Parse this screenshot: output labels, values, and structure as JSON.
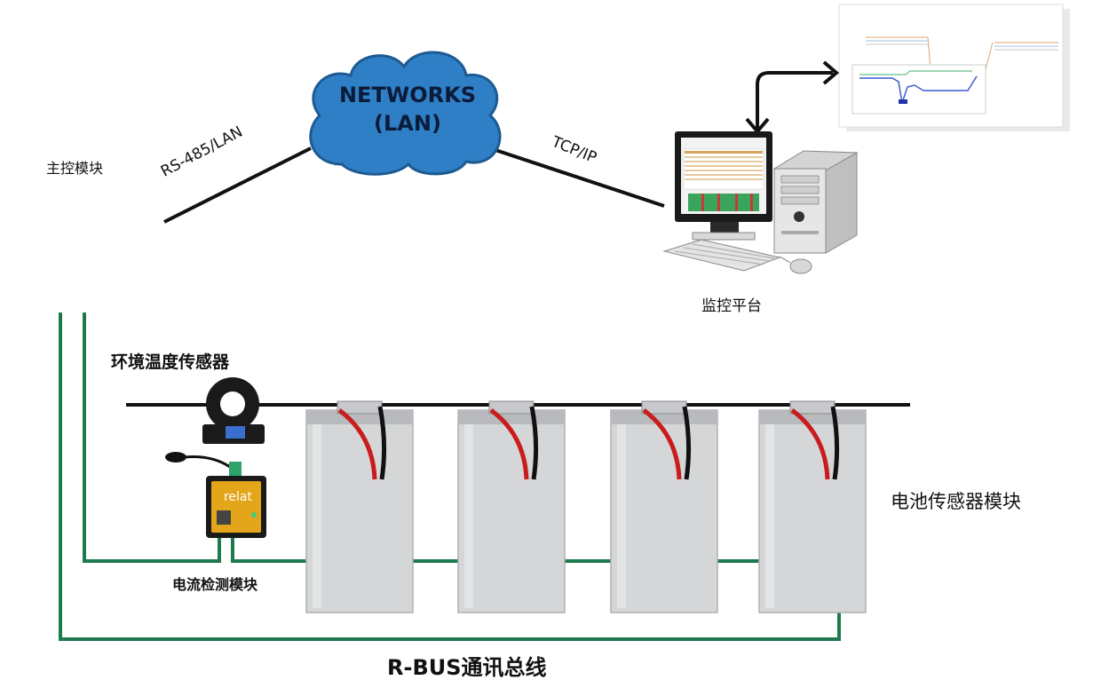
{
  "labels": {
    "main_control_module": "主控模块",
    "rs485_lan": "RS-485/LAN",
    "network_line1": "NETWORKS",
    "network_line2": "(LAN)",
    "tcp_ip": "TCP/IP",
    "monitor_platform": "监控平台",
    "env_temp_sensor": "环境温度传感器",
    "battery_sensor_module": "电池传感器模块",
    "current_detect_module": "电流检测模块",
    "rbus": "R-BUS通讯总线",
    "sensor_brand": "relat"
  },
  "colors": {
    "cloud_fill": "#2f7fc6",
    "cloud_stroke": "#1d5a93",
    "bus_green": "#1e7a4e",
    "power_line": "#111111",
    "battery_body": "#d4d6d8",
    "battery_cap": "#b8babd",
    "red_cable": "#c91c1c",
    "module_body": "#e3a51a"
  },
  "icons": {
    "cloud": "cloud-icon",
    "computer": "desktop-computer-icon",
    "screen_chart": "line-chart-screen-icon",
    "current_sensor": "hall-current-sensor-icon",
    "battery": "battery-cell-icon"
  }
}
